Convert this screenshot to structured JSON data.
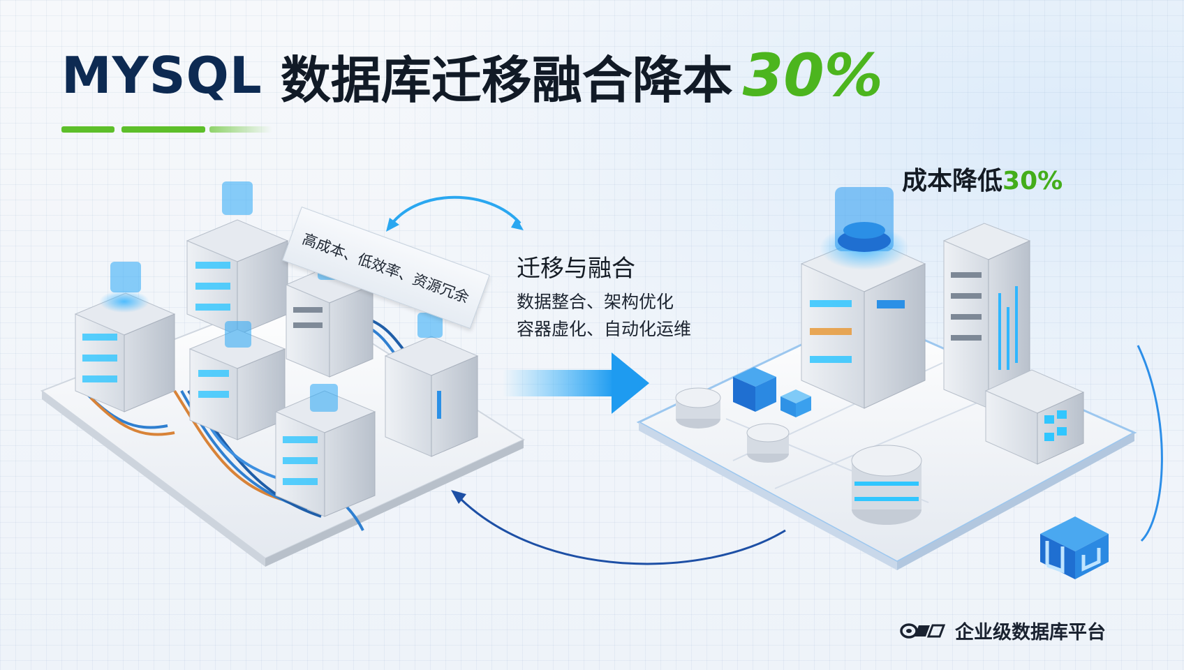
{
  "header": {
    "title_brand": "MYSQL",
    "title_main": "数据库迁移融合降本",
    "title_pct": "30%"
  },
  "cost": {
    "label": "成本降低",
    "pct": "30%"
  },
  "left_panel": {
    "pain_label": "高成本、低效率、资源冗余"
  },
  "middle": {
    "title": "迁移与融合",
    "features": [
      "数据整合、架构优化",
      "容器虚化、自动化运维"
    ]
  },
  "footer": {
    "brand_text": "企业级数据库平台"
  },
  "colors": {
    "navy": "#0d2a52",
    "green": "#4cb51e",
    "blue": "#1e90e6",
    "cyan": "#2fb6ff",
    "server_gray": "#c9d0d9"
  }
}
